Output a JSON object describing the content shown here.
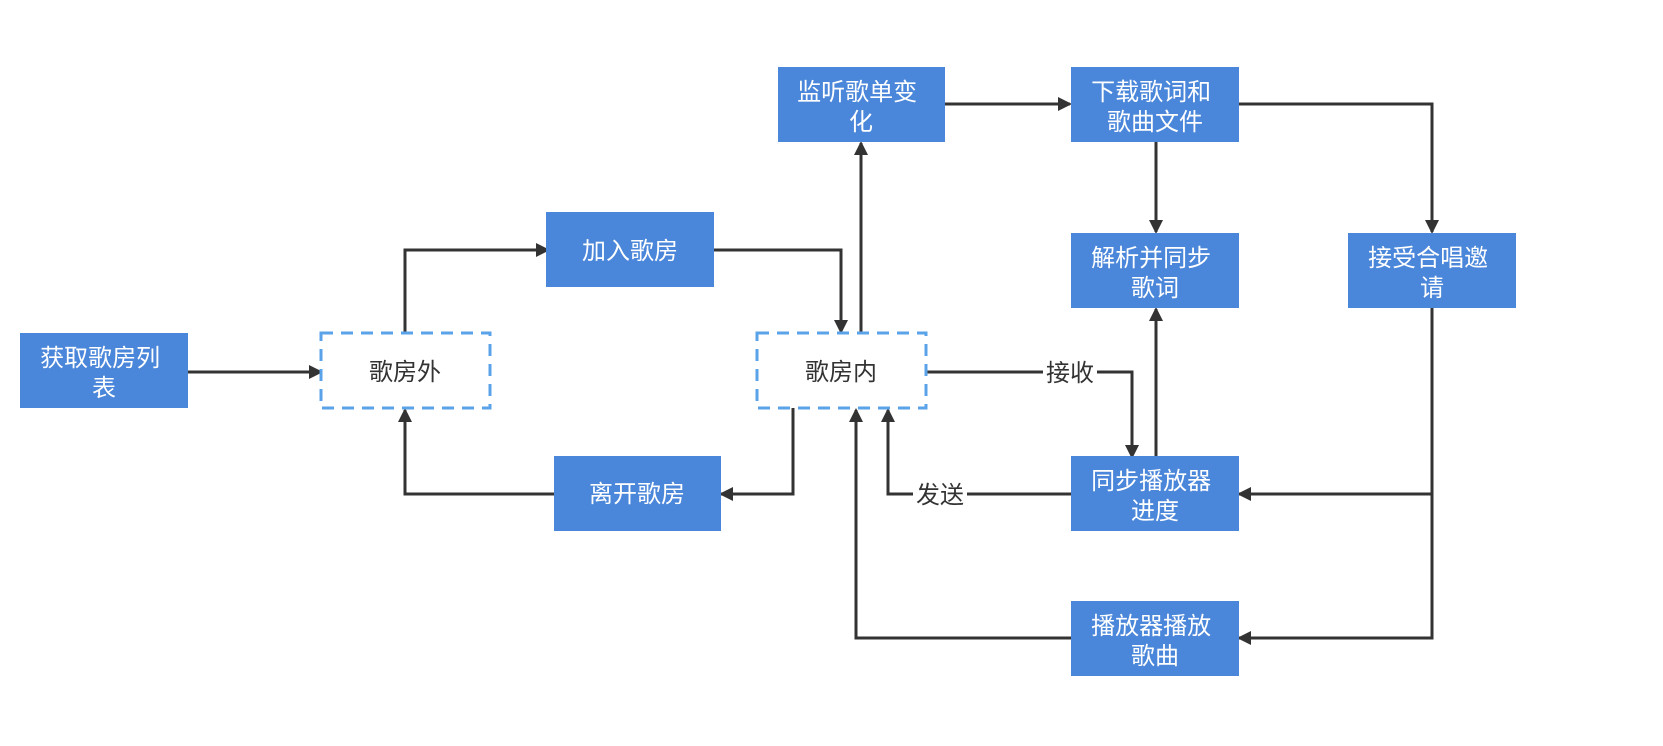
{
  "colors": {
    "node_fill": "#4a86d9",
    "node_text": "#ffffff",
    "state_border": "#5ba3e8",
    "state_text": "#333333",
    "edge": "#333333",
    "edge_label": "#333333"
  },
  "nodes": {
    "get_room_list": {
      "lines": [
        "获取歌房列",
        "表"
      ]
    },
    "outside_room": {
      "lines": [
        "歌房外"
      ]
    },
    "join_room": {
      "lines": [
        "加入歌房"
      ]
    },
    "leave_room": {
      "lines": [
        "离开歌房"
      ]
    },
    "inside_room": {
      "lines": [
        "歌房内"
      ]
    },
    "watch_playlist": {
      "lines": [
        "监听歌单变",
        "化"
      ]
    },
    "download_files": {
      "lines": [
        "下载歌词和",
        "歌曲文件"
      ]
    },
    "parse_lyrics": {
      "lines": [
        "解析并同步",
        "歌词"
      ]
    },
    "accept_invite": {
      "lines": [
        "接受合唱邀",
        "请"
      ]
    },
    "sync_progress": {
      "lines": [
        "同步播放器",
        "进度"
      ]
    },
    "play_song": {
      "lines": [
        "播放器播放",
        "歌曲"
      ]
    }
  },
  "edge_labels": {
    "receive": "接收",
    "send": "发送"
  }
}
